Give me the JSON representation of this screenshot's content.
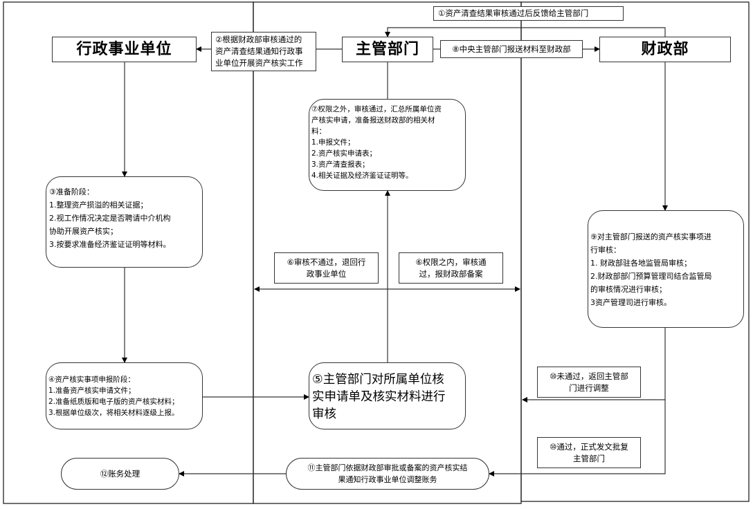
{
  "lanes": {
    "unit": "行政事业单位",
    "supervisor": "主管部门",
    "finance": "财政部"
  },
  "steps": {
    "s1": "①资产清查结果审核通过后反馈给主管部门",
    "s2": [
      "②根据财政部审核通过的",
      "资产清查结果通知行政事",
      "业单位开展资产核实工作"
    ],
    "s3": {
      "title": "③准备阶段：",
      "items": [
        "1.整理资产损溢的相关证据；",
        "2.视工作情况决定是否聘请中介机构",
        "协助开展资产核实；",
        "3.按要求准备经济鉴证证明等材料。"
      ]
    },
    "s4": {
      "title": "④资产核实事项申报阶段：",
      "items": [
        "1.准备资产核实申请文件；",
        "2.准备纸质版和电子版的资产核实材料；",
        "3.根据单位级次，将相关材料逐级上报。"
      ]
    },
    "s5": [
      "⑤主管部门对所属单位核",
      "实申请单及核实材料进行",
      "审核"
    ],
    "s6_reject": [
      "⑥审核不通过，退回行",
      "政事业单位"
    ],
    "s6_pass": [
      "⑥权限之内，审核通",
      "过，报财政部备案"
    ],
    "s7": {
      "title": [
        "⑦权限之外，审核通过，汇总所属单位资",
        "产核实申请，准备报送财政部的相关材",
        "料："
      ],
      "items": [
        "1.申报文件；",
        "2.资产核实申请表；",
        "3.资产清查报表；",
        "4.相关证据及经济鉴证证明等。"
      ]
    },
    "s8": "⑧中央主管部门报送材料至财政部",
    "s9": {
      "title": [
        "⑨对主管部门报送的资产核实事项进",
        "行审核："
      ],
      "items": [
        "1. 财政部驻各地监管局审核；",
        "2.财政部部门预算管理司结合监管局",
        "的审核情况进行审核；",
        "3资产管理司进行审核。"
      ]
    },
    "s10_fail": [
      "⑩未通过，返回主管部",
      "门进行调整"
    ],
    "s10_pass": [
      "⑩通过，正式发文批复",
      "主管部门"
    ],
    "s11": [
      "⑪主管部门依据财政部审批或备案的资产核实结",
      "果通知行政事业单位调整账务"
    ],
    "s12": "⑫账务处理"
  },
  "colors": {
    "line": "#333333",
    "background": "#ffffff"
  }
}
